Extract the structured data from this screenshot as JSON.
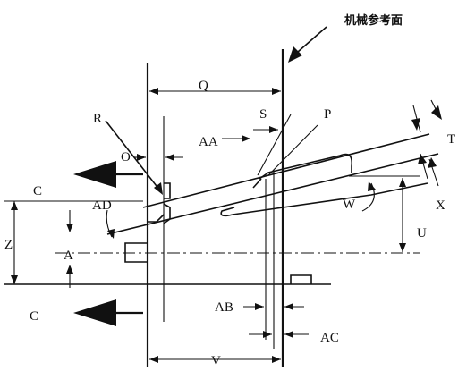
{
  "diagram": {
    "reference_label": "机械参考面",
    "labels": {
      "Q": "Q",
      "S": "S",
      "P": "P",
      "R": "R",
      "T": "T",
      "O": "O",
      "AA": "AA",
      "C_top": "C",
      "AD": "AD",
      "W": "W",
      "X": "X",
      "Z": "Z",
      "U": "U",
      "A": "A",
      "AB": "AB",
      "C_bottom": "C",
      "AC": "AC",
      "V": "V"
    }
  }
}
